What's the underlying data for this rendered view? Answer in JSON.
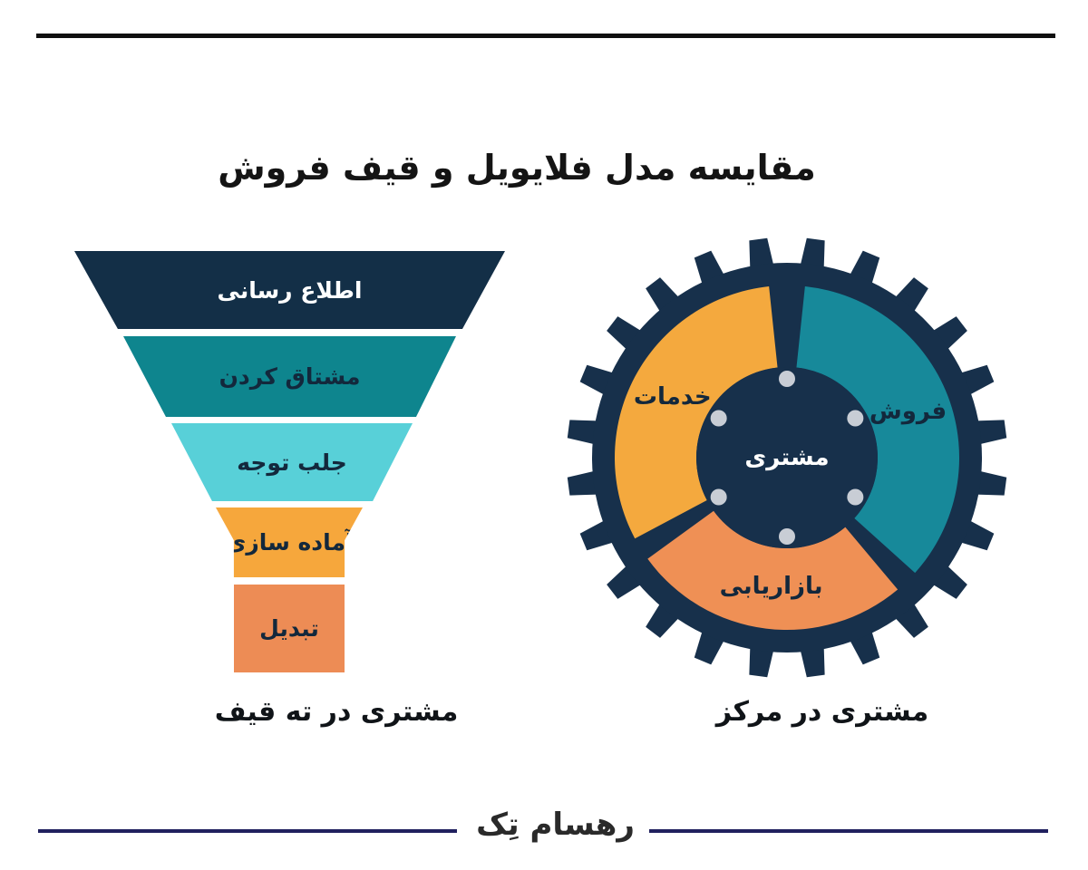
{
  "title": "مقایسه مدل فلایویل و قیف فروش",
  "funnel": {
    "caption": "مشتری در ته قیف",
    "layers": [
      {
        "label": "اطلاع رسانی",
        "color": "#132f47",
        "text_color": "#ffffff"
      },
      {
        "label": "مشتاق کردن",
        "color": "#0e858e",
        "text_color": "#13283c"
      },
      {
        "label": "جلب توجه",
        "color": "#58d0d8",
        "text_color": "#13283c"
      },
      {
        "label": "آماده سازی",
        "color": "#f6a73c",
        "text_color": "#13283c"
      },
      {
        "label": "تبدیل",
        "color": "#ed8c55",
        "text_color": "#13283c"
      }
    ]
  },
  "flywheel": {
    "caption": "مشتری در مرکز",
    "center_label": "مشتری",
    "gear_color": "#17304b",
    "center_color": "#17304b",
    "bolt_color": "#c8cdd5",
    "label_color": "#13283c",
    "center_label_color": "#ffffff",
    "teeth_count": 24,
    "bolt_count": 6,
    "segments": [
      {
        "label": "فروش",
        "color": "#17899a",
        "start_deg": 6,
        "end_deg": 132
      },
      {
        "label": "بازاریابی",
        "color": "#ef9055",
        "start_deg": 140,
        "end_deg": 234
      },
      {
        "label": "خدمات",
        "color": "#f4a93e",
        "start_deg": 242,
        "end_deg": 354
      }
    ]
  },
  "footer": {
    "logo_text": "رهسام تِک",
    "line_color": "#20205e"
  },
  "rule_color": "#101010"
}
